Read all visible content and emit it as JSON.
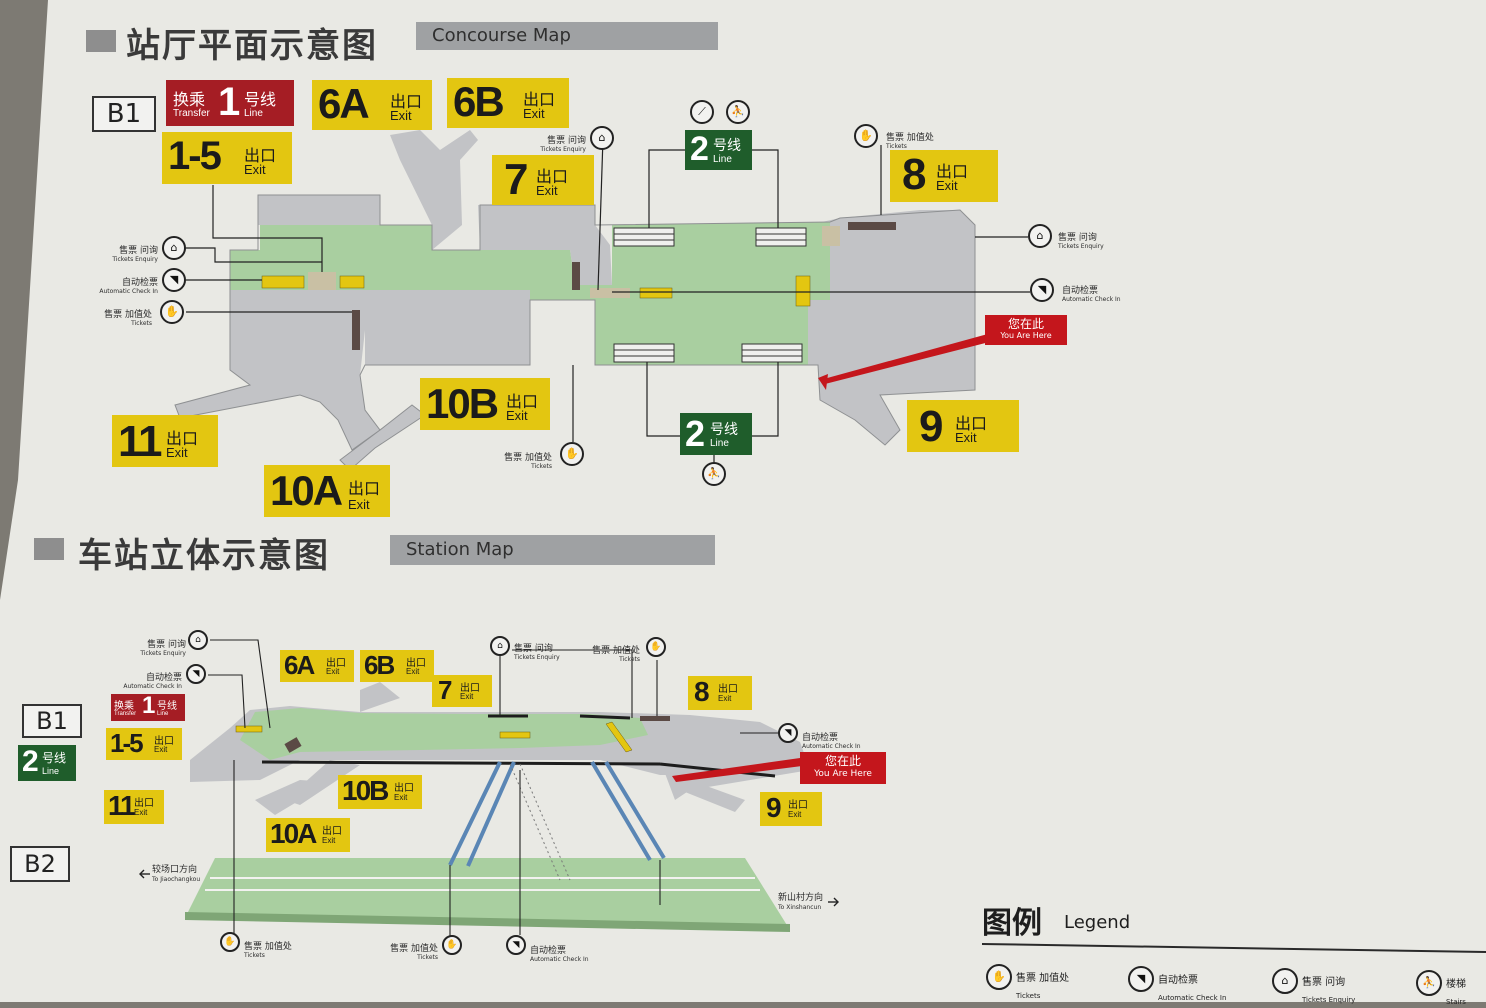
{
  "colors": {
    "board": "#e9e9e4",
    "concourse": "#a9cfa0",
    "gray_area": "#c2c3c6",
    "exit": "#e3c611",
    "line2": "#1f5d2b",
    "transfer": "#a51d24",
    "here": "#c4161c"
  },
  "concourse_section": {
    "title_cn": "站厅平面示意图",
    "title_en": "Concourse Map"
  },
  "station_section": {
    "title_cn": "车站立体示意图",
    "title_en": "Station Map"
  },
  "levels": {
    "b1": "B1",
    "b2": "B2"
  },
  "transfer": {
    "cn_a": "换乘",
    "number": "1",
    "cn_b": "号线",
    "en_a": "Transfer",
    "en_b": "Line"
  },
  "exits": {
    "e6a": {
      "num": "6A",
      "cn": "出口",
      "en": "Exit"
    },
    "e6b": {
      "num": "6B",
      "cn": "出口",
      "en": "Exit"
    },
    "e15": {
      "num": "1-5",
      "cn": "出口",
      "en": "Exit"
    },
    "e7": {
      "num": "7",
      "cn": "出口",
      "en": "Exit"
    },
    "e8": {
      "num": "8",
      "cn": "出口",
      "en": "Exit"
    },
    "e9": {
      "num": "9",
      "cn": "出口",
      "en": "Exit"
    },
    "e10a": {
      "num": "10A",
      "cn": "出口",
      "en": "Exit"
    },
    "e10b": {
      "num": "10B",
      "cn": "出口",
      "en": "Exit"
    },
    "e11": {
      "num": "11",
      "cn": "出口",
      "en": "Exit"
    }
  },
  "line2": {
    "num": "2",
    "cn": "号线",
    "en": "Line"
  },
  "you_are_here": {
    "cn": "您在此",
    "en": "You Are Here"
  },
  "facilities": {
    "tickets_enquiry": {
      "cn": "售票 问询",
      "en": "Tickets Enquiry",
      "icon": "ticket-enquiry-icon"
    },
    "tickets": {
      "cn": "售票 加值处",
      "en": "Tickets",
      "icon": "ticket-topup-icon"
    },
    "check_in": {
      "cn": "自动检票",
      "en": "Automatic Check In",
      "icon": "auto-gate-icon"
    },
    "stairs": {
      "cn": "楼梯",
      "en": "Stairs",
      "icon": "stairs-icon"
    },
    "escalator": {
      "icon": "escalator-icon"
    }
  },
  "directions": {
    "west": {
      "cn": "较场口方向",
      "en": "To Jiaochangkou"
    },
    "east": {
      "cn": "新山村方向",
      "en": "To Xinshancun"
    }
  },
  "legend": {
    "title_cn": "图例",
    "title_en": "Legend"
  }
}
